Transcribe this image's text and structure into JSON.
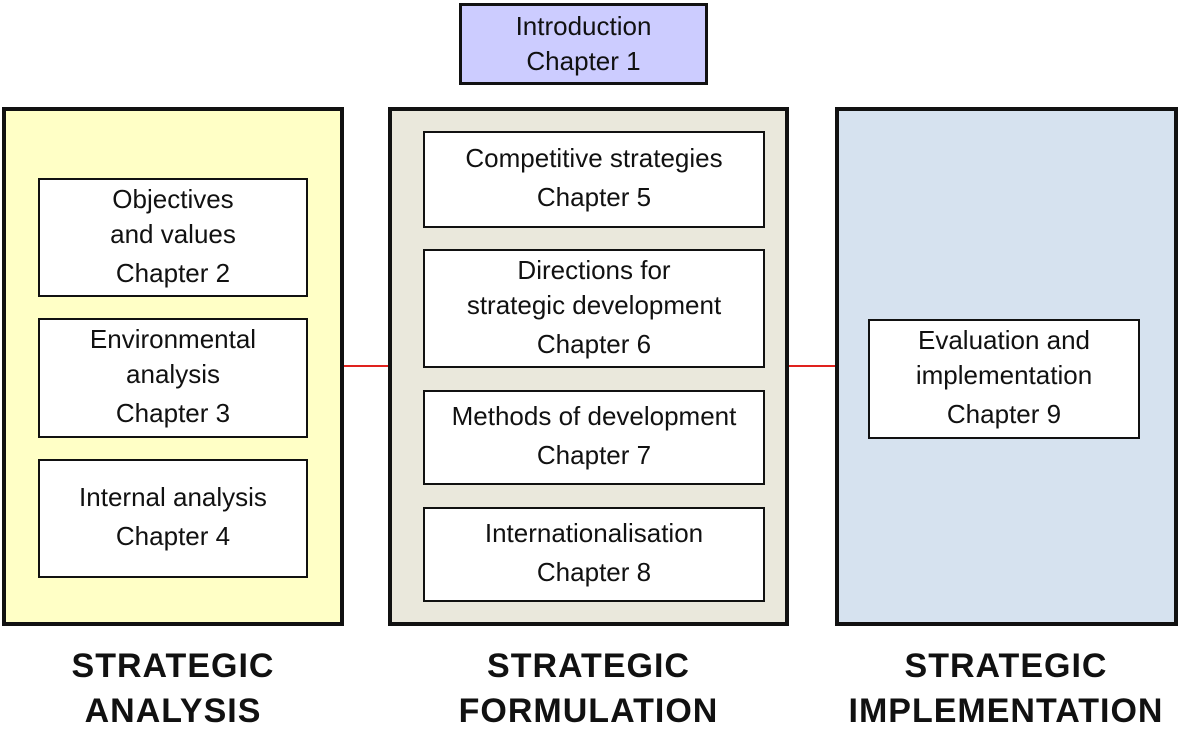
{
  "colors": {
    "intro_fill": "#ccccff",
    "analysis_fill": "#ffffc6",
    "formulation_fill": "#eae8dc",
    "implementation_fill": "#d6e2ef",
    "connector": "#e0221e",
    "border": "#111111"
  },
  "intro": {
    "title": "Introduction",
    "chapter": "Chapter 1"
  },
  "analysis": {
    "boxes": [
      {
        "lines": [
          "Objectives",
          "and values"
        ],
        "chapter": "Chapter 2"
      },
      {
        "lines": [
          "Environmental",
          "analysis"
        ],
        "chapter": "Chapter 3"
      },
      {
        "lines": [
          "Internal analysis"
        ],
        "chapter": "Chapter 4"
      }
    ],
    "heading": [
      "STRATEGIC",
      "ANALYSIS"
    ]
  },
  "formulation": {
    "boxes": [
      {
        "lines": [
          "Competitive strategies"
        ],
        "chapter": "Chapter 5"
      },
      {
        "lines": [
          "Directions for",
          "strategic development"
        ],
        "chapter": "Chapter 6"
      },
      {
        "lines": [
          "Methods of development"
        ],
        "chapter": "Chapter 7"
      },
      {
        "lines": [
          "Internationalisation"
        ],
        "chapter": "Chapter 8"
      }
    ],
    "heading": [
      "STRATEGIC",
      "FORMULATION"
    ]
  },
  "implementation": {
    "boxes": [
      {
        "lines": [
          "Evaluation and",
          "implementation"
        ],
        "chapter": "Chapter 9"
      }
    ],
    "heading": [
      "STRATEGIC",
      "IMPLEMENTATION"
    ]
  }
}
